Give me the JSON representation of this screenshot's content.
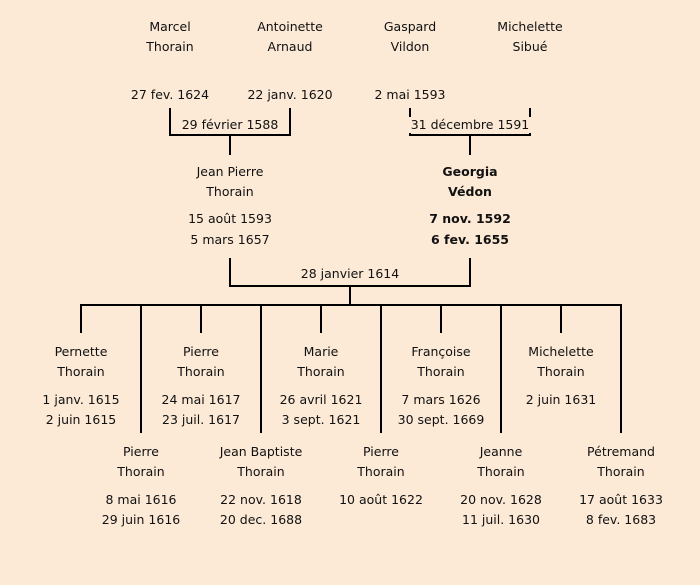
{
  "grandparents": [
    {
      "first": "Marcel",
      "last": "Thorain",
      "birth": "27 fev. 1624"
    },
    {
      "first": "Antoinette",
      "last": "Arnaud",
      "birth": "22 janv. 1620"
    },
    {
      "first": "Gaspard",
      "last": "Vildon",
      "birth": "2 mai 1593"
    },
    {
      "first": "Michelette",
      "last": "Sibué",
      "birth": ""
    }
  ],
  "grandparent_marriages": [
    "29 février 1588",
    "31 décembre 1591"
  ],
  "parents": [
    {
      "first": "Jean Pierre",
      "last": "Thorain",
      "birth": "15 août 1593",
      "death": "5 mars 1657",
      "bold": false
    },
    {
      "first": "Georgia",
      "last": "Védon",
      "birth": "7 nov. 1592",
      "death": "6 fev. 1655",
      "bold": true
    }
  ],
  "parent_marriage": "28 janvier 1614",
  "children": [
    {
      "first": "Pernette",
      "last": "Thorain",
      "birth": "1 janv. 1615",
      "death": "2 juin 1615"
    },
    {
      "first": "Pierre",
      "last": "Thorain",
      "birth": "8 mai 1616",
      "death": "29 juin 1616"
    },
    {
      "first": "Pierre",
      "last": "Thorain",
      "birth": "24 mai 1617",
      "death": "23 juil. 1617"
    },
    {
      "first": "Jean Baptiste",
      "last": "Thorain",
      "birth": "22 nov. 1618",
      "death": "20 dec. 1688"
    },
    {
      "first": "Marie",
      "last": "Thorain",
      "birth": "26 avril 1621",
      "death": "3 sept. 1621"
    },
    {
      "first": "Pierre",
      "last": "Thorain",
      "birth": "10 août 1622",
      "death": ""
    },
    {
      "first": "Françoise",
      "last": "Thorain",
      "birth": "7 mars 1626",
      "death": "30 sept. 1669"
    },
    {
      "first": "Jeanne",
      "last": "Thorain",
      "birth": "20 nov. 1628",
      "death": "11 juil. 1630"
    },
    {
      "first": "Michelette",
      "last": "Thorain",
      "birth": "2 juin 1631",
      "death": ""
    },
    {
      "first": "Pétremand",
      "last": "Thorain",
      "birth": "17 août 1633",
      "death": "8 fev. 1683"
    }
  ]
}
